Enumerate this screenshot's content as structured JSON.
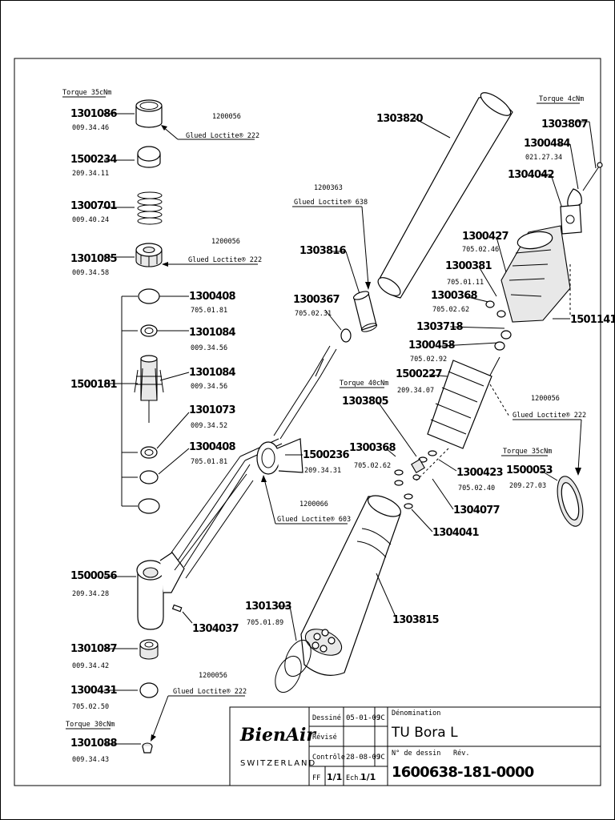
{
  "parts_left": [
    {
      "id": "1301086",
      "ref": "009.34.46",
      "torque": "Torque 35cNm"
    },
    {
      "id": "1500234",
      "ref": "209.34.11"
    },
    {
      "id": "1300701",
      "ref": "009.40.24"
    },
    {
      "id": "1301085",
      "ref": "009.34.58"
    },
    {
      "id": "1500181"
    },
    {
      "id": "1500056",
      "ref": "209.34.28"
    },
    {
      "id": "1301087",
      "ref": "009.34.42"
    },
    {
      "id": "1300431",
      "ref": "705.02.50"
    },
    {
      "id": "1301088",
      "ref": "009.34.43",
      "torque": "Torque 30cNm"
    }
  ],
  "parts_rotor": [
    {
      "id": "1300408",
      "ref": "705.01.81"
    },
    {
      "id": "1301084",
      "ref": "009.34.56"
    },
    {
      "id": "1301084",
      "ref": "009.34.56"
    },
    {
      "id": "1301073",
      "ref": "009.34.52"
    },
    {
      "id": "1300408",
      "ref": "705.01.81"
    }
  ],
  "parts_center": [
    {
      "id": "1303820"
    },
    {
      "id": "1303816"
    },
    {
      "id": "1300367",
      "ref": "705.02.31"
    },
    {
      "id": "1500236",
      "ref": "209.34.31"
    },
    {
      "id": "1303805",
      "torque": "Torque 40cNm"
    },
    {
      "id": "1300368",
      "ref": "705.02.62"
    },
    {
      "id": "1304037"
    },
    {
      "id": "1301303",
      "ref": "705.01.89"
    },
    {
      "id": "1303815"
    }
  ],
  "parts_right": [
    {
      "id": "1303807",
      "torque": "Torque 4cNm"
    },
    {
      "id": "1300484",
      "ref": "021.27.34"
    },
    {
      "id": "1304042"
    },
    {
      "id": "1300427",
      "ref": "705.02.46"
    },
    {
      "id": "1300381",
      "ref": "705.01.11"
    },
    {
      "id": "1300368",
      "ref": "705.02.62"
    },
    {
      "id": "1303718"
    },
    {
      "id": "1300458",
      "ref": "705.02.92"
    },
    {
      "id": "1500227",
      "ref": "209.34.07"
    },
    {
      "id": "1501141"
    },
    {
      "id": "1300423",
      "ref": "705.02.40"
    },
    {
      "id": "1304077"
    },
    {
      "id": "1304041"
    },
    {
      "id": "1500053",
      "ref": "209.27.03",
      "torque": "Torque 35cNm"
    }
  ],
  "glue_notes": [
    {
      "code": "1200056",
      "text": "Glued Loctite® 222"
    },
    {
      "code": "1200056",
      "text": "Glued Loctite® 222"
    },
    {
      "code": "1200363",
      "text": "Glued Loctite® 638"
    },
    {
      "code": "1200066",
      "text": "Glued Loctite® 603"
    },
    {
      "code": "1200056",
      "text": "Glued Loctite® 222"
    },
    {
      "code": "1200056",
      "text": "Glued Loctite® 222"
    }
  ],
  "title_block": {
    "logo": "BienAir",
    "country": "SWITZERLAND",
    "dessine_label": "Dessiné",
    "dessine_date": "05-01-09",
    "dessine_initials": "JC",
    "revise_label": "Révisé",
    "controle_label": "Contrôle",
    "controle_date": "28-08-09",
    "controle_initials": "JC",
    "ff_label": "FF",
    "ff_value": "1/1",
    "ech_label": "Ech.",
    "ech_value": "1/1",
    "denomination_label": "Dénomination",
    "denomination": "TU Bora L",
    "dessin_label": "N° de dessin",
    "rev_label": "Rév.",
    "drawing_number": "1600638-181-0000"
  }
}
